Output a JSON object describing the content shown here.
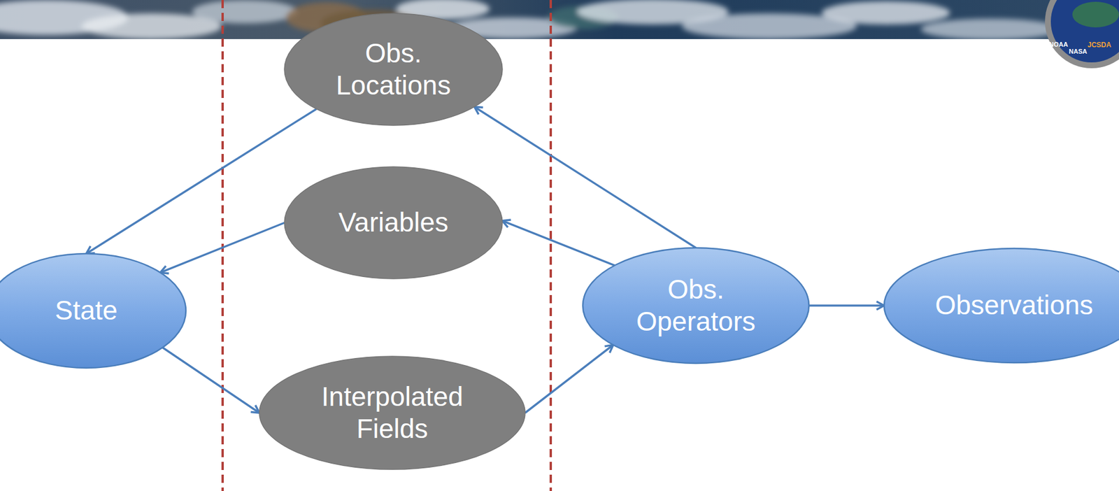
{
  "diagram": {
    "nodes": [
      {
        "text": [
          "Obs. Locations"
        ]
      },
      {
        "text": [
          "Variables"
        ]
      },
      {
        "text": [
          "State"
        ]
      },
      {
        "text": [
          "Interpolated Fields"
        ]
      },
      {
        "text": [
          "Obs. Operators"
        ]
      },
      {
        "text": [
          "Observations"
        ]
      }
    ],
    "edges": [
      {
        "from": 4,
        "to": 0,
        "arrow": "to"
      },
      {
        "from": 4,
        "to": 1,
        "arrow": "to"
      },
      {
        "from": 0,
        "to": 2,
        "arrow": "to"
      },
      {
        "from": 1,
        "to": 2,
        "arrow": "to"
      },
      {
        "from": 2,
        "to": 3,
        "arrow": "to"
      },
      {
        "from": 3,
        "to": 4,
        "arrow": "to"
      },
      {
        "from": 4,
        "to": 5,
        "arrow": "to"
      }
    ],
    "labels": [
      "NOAA",
      "NASA",
      "JCSDA"
    ]
  }
}
